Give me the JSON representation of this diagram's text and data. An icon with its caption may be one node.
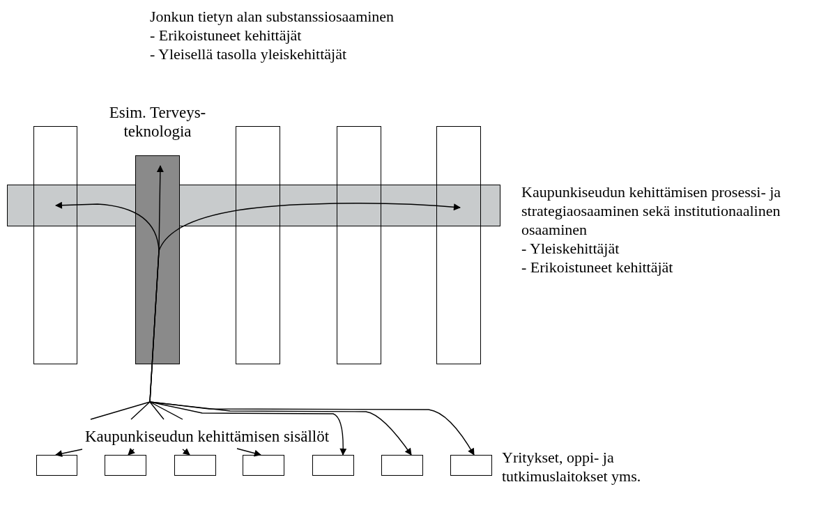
{
  "diagram": {
    "nodes": [
      {
        "text": [],
        "shape": "box"
      },
      {
        "text": [
          "Esim. Terveys- teknologia"
        ]
      },
      {
        "text": [],
        "shape": "box"
      },
      {
        "text": [],
        "shape": "box"
      },
      {
        "text": [],
        "shape": "box"
      },
      {
        "text": [],
        "shape": "box"
      },
      {
        "text": [],
        "shape": "box"
      },
      {
        "text": [],
        "shape": "box"
      },
      {
        "text": [],
        "shape": "box"
      },
      {
        "text": [],
        "shape": "box"
      },
      {
        "text": [],
        "shape": "box"
      },
      {
        "text": [],
        "shape": "box"
      },
      {
        "text": [],
        "shape": "box"
      }
    ],
    "edges": [
      {
        "from": null,
        "to": 1,
        "arrow": "to"
      },
      {
        "from": null,
        "to": 5,
        "arrow": "to"
      },
      {
        "from": null,
        "to": 5,
        "arrow": "to"
      },
      {
        "from": null,
        "to": 6,
        "arrow": "to"
      },
      {
        "from": null,
        "to": 7,
        "arrow": "to"
      },
      {
        "from": null,
        "to": 8,
        "arrow": "to"
      },
      {
        "from": null,
        "to": 9,
        "arrow": "to"
      },
      {
        "from": null,
        "to": 10,
        "arrow": "to"
      },
      {
        "from": null,
        "to": 11,
        "arrow": "to"
      },
      {
        "from": null,
        "to": 12,
        "arrow": "to"
      }
    ],
    "labels": [
      "Jonkun tietyn alan substanssiosaaminen",
      "- Erikoistuneet kehittäjät",
      "- Yleisellä tasolla yleiskehittäjät",
      "Kaupunkiseudun kehittämisen prosessi- ja strategiaosaaminen sekä institutionaalinen osaaminen",
      "- Yleiskehittäjät",
      "- Erikoistuneet kehittäjät",
      "Kaupunkiseudun kehittämisen sisällöt",
      "Yritykset, oppi- ja tutkimuslaitokset yms."
    ]
  }
}
